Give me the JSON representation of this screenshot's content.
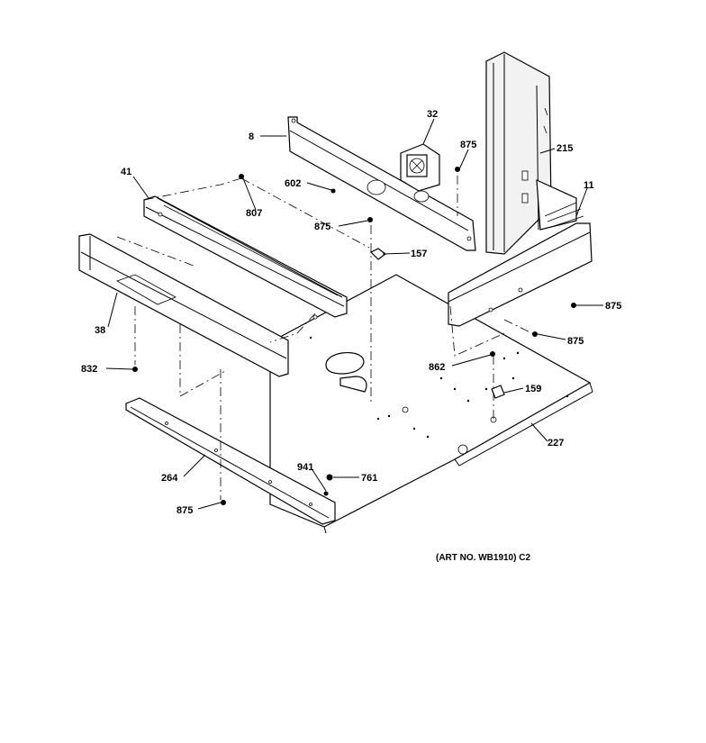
{
  "callouts": {
    "c8": "8",
    "c32": "32",
    "c875_top": "875",
    "c215": "215",
    "c41": "41",
    "c602": "602",
    "c807": "807",
    "c11": "11",
    "c875_mid": "875",
    "c157": "157",
    "c875_right1": "875",
    "c38": "38",
    "c875_right2": "875",
    "c832": "832",
    "c862": "862",
    "c159": "159",
    "c227": "227",
    "c941": "941",
    "c761": "761",
    "c264": "264",
    "c875_bottom": "875"
  },
  "art_number": "(ART NO. WB1910) C2"
}
